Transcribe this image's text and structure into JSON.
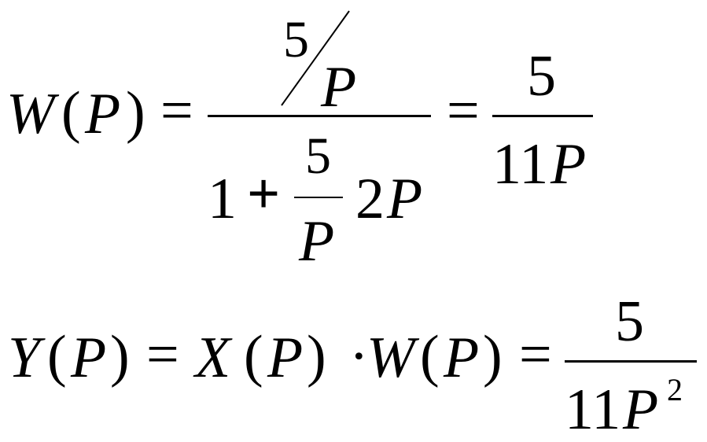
{
  "eq1": {
    "lhs_func": "W",
    "lhs_open": "(",
    "lhs_var": "P",
    "lhs_close": ")",
    "eq_sign": "=",
    "num_five": "5",
    "num_p": "P",
    "den_one": "1",
    "den_plus": "+",
    "den_inner_five": "5",
    "den_inner_p": "P",
    "den_two": "2",
    "den_p": "P",
    "eq_sign2": "=",
    "result_num": "5",
    "result_den_num": "11",
    "result_den_var": "P"
  },
  "eq2": {
    "y_func": "Y",
    "y_open": "(",
    "y_var": "P",
    "y_close": ")",
    "eq_sign": "=",
    "x_func": "X",
    "x_open": "(",
    "x_var": "P",
    "x_close": ")",
    "dot": "·",
    "w_func": "W",
    "w_open": "(",
    "w_var": "P",
    "w_close": ")",
    "eq_sign2": "=",
    "result_num": "5",
    "result_den_num": "11",
    "result_den_var": "P",
    "result_den_exp": "2"
  }
}
